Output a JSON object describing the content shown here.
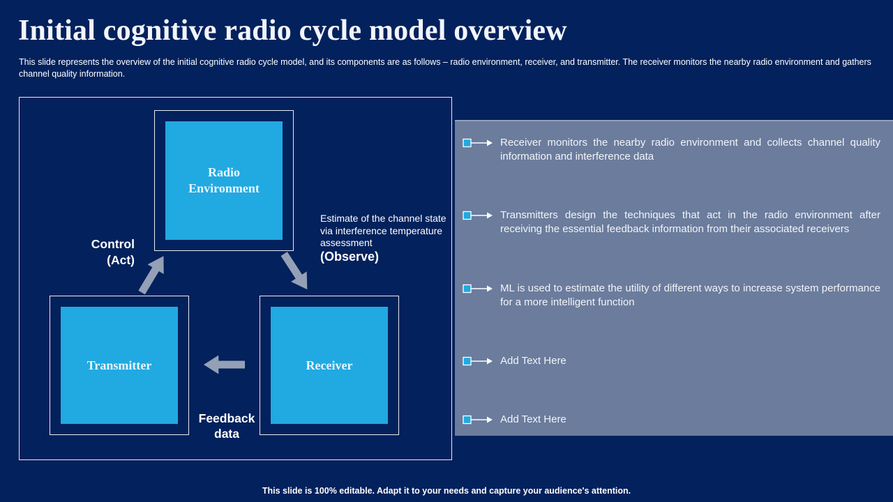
{
  "slide": {
    "title": "Initial cognitive radio cycle model overview",
    "subtitle": "This slide represents the overview of the initial cognitive radio cycle model, and its components are as follows – radio environment, receiver, and transmitter. The receiver monitors the nearby radio environment and gathers channel quality information.",
    "footer": "This slide is 100% editable. Adapt it to your needs and capture your audience's attention."
  },
  "diagram": {
    "nodes": {
      "radio_environment": "Radio Environment",
      "transmitter": "Transmitter",
      "receiver": "Receiver"
    },
    "labels": {
      "control_line1": "Control",
      "control_line2": "(Act)",
      "observe_note": "Estimate of the channel state via interference temperature assessment",
      "observe_emphasis": "(Observe)",
      "feedback_line1": "Feedback",
      "feedback_line2": "data"
    },
    "arrows": [
      "transmitter-to-radio-environment (act)",
      "radio-environment-to-receiver (observe)",
      "receiver-to-transmitter (feedback)"
    ]
  },
  "panel": {
    "items": [
      {
        "text": "Receiver monitors the nearby radio environment and collects channel quality information and interference data"
      },
      {
        "text": "Transmitters design the techniques that act in the radio environment after receiving the essential feedback information from their associated receivers"
      },
      {
        "text": "ML is used to estimate the utility of different ways to increase system performance for a more intelligent function"
      },
      {
        "text": "Add Text Here"
      },
      {
        "text": "Add Text Here"
      }
    ]
  },
  "colors": {
    "background": "#03215C",
    "accent_cyan": "#21A9E1",
    "panel_background": "#6B7C9D",
    "arrow_gray": "#94A0B6",
    "border_white": "#E9EDF4"
  }
}
